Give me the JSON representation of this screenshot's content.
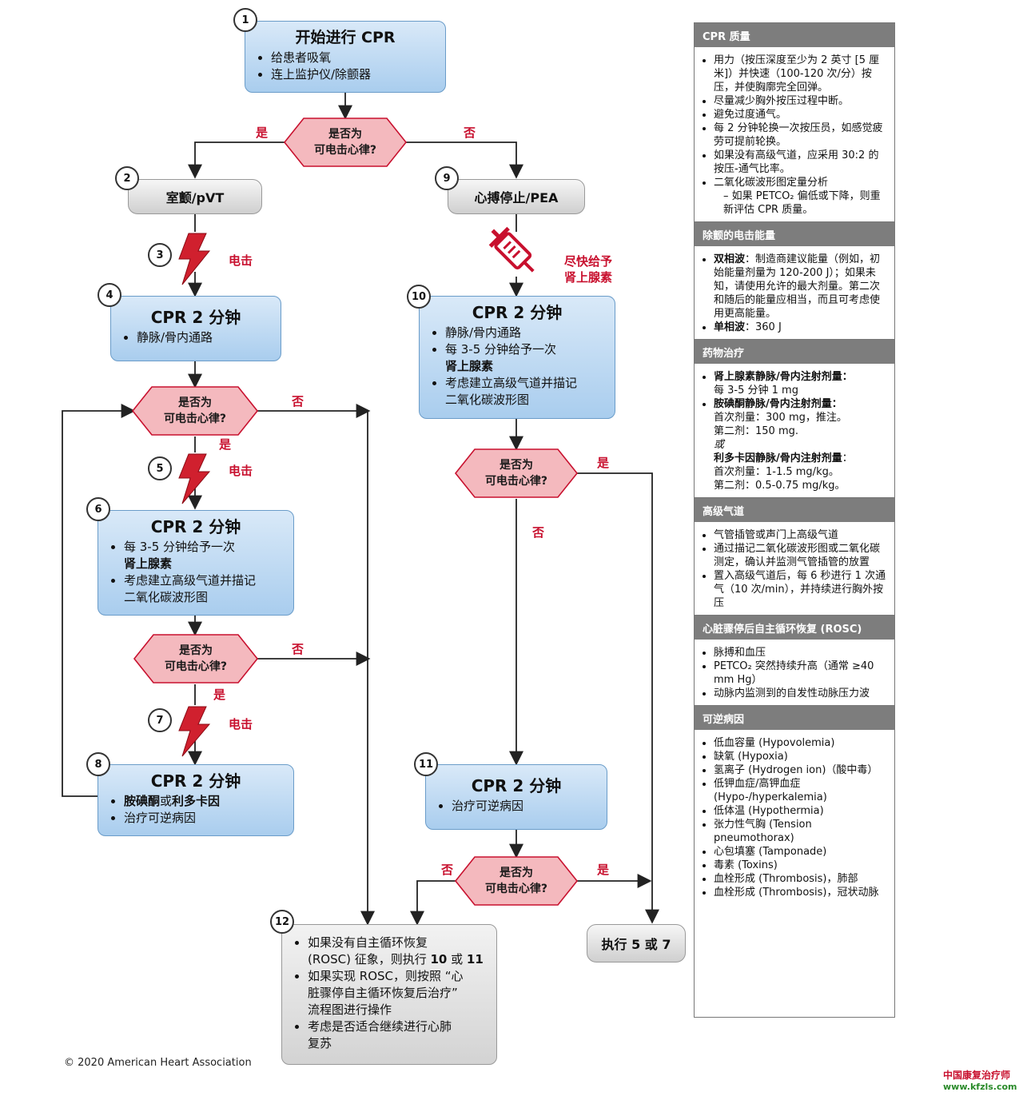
{
  "box1": {
    "title": "开始进行 CPR",
    "items": [
      "给患者吸氧",
      "连上监护仪/除颤器"
    ]
  },
  "decision_label": [
    "是否为",
    "可电击心律?"
  ],
  "yes": "是",
  "no": "否",
  "box2": "室颤/pVT",
  "box9": "心搏停止/PEA",
  "shock": "电击",
  "epi_label": [
    "尽快给予",
    "肾上腺素"
  ],
  "box4": {
    "title": "CPR 2 分钟",
    "items": [
      "静脉/骨内通路"
    ]
  },
  "box6": {
    "title": "CPR 2 分钟",
    "item1_a": "每 3-5 分钟给予一次",
    "item1_b": "肾上腺素",
    "item2_a": "考虑建立高级气道并描记",
    "item2_b": "二氧化碳波形图"
  },
  "box8": {
    "title": "CPR 2 分钟",
    "item1_a": "胺碘酮",
    "item1_mid": "或",
    "item1_b": "利多卡因",
    "item2": "治疗可逆病因"
  },
  "box10": {
    "title": "CPR 2 分钟",
    "item1": "静脉/骨内通路",
    "item2_a": "每 3-5 分钟给予一次",
    "item2_b": "肾上腺素",
    "item3_a": "考虑建立高级气道并描记",
    "item3_b": "二氧化碳波形图"
  },
  "box11": {
    "title": "CPR 2 分钟",
    "items": [
      "治疗可逆病因"
    ]
  },
  "box12": {
    "item1_a": "如果没有自主循环恢复",
    "item1_b": "(ROSC) 征象，则执行 ",
    "item1_c": "10",
    "item1_d": " 或 ",
    "item1_e": "11",
    "item2_a": "如果实现 ROSC，则按照 “心",
    "item2_b": "脏骤停自主循环恢复后治疗”",
    "item2_c": "流程图进行操作",
    "item3_a": "考虑是否适合继续进行心肺",
    "item3_b": "复苏"
  },
  "box_exec": "执行 5 或 7",
  "numbers": [
    "1",
    "2",
    "3",
    "4",
    "5",
    "6",
    "7",
    "8",
    "9",
    "10",
    "11",
    "12"
  ],
  "panel": {
    "cpr_quality": {
      "header": "CPR 质量",
      "items": [
        "用力（按压深度至少为 2 英寸 [5 厘米]）并快速（100-120 次/分）按压，并使胸廓完全回弹。",
        "尽量减少胸外按压过程中断。",
        "避免过度通气。",
        "每 2 分钟轮换一次按压员，如感觉疲劳可提前轮换。",
        "如果没有高级气道，应采用 30:2 的按压-通气比率。",
        "二氧化碳波形图定量分析"
      ],
      "sub": "– 如果 PETCO₂ 偏低或下降，则重新评估 CPR 质量。"
    },
    "shock_energy": {
      "header": "除颤的电击能量",
      "biphasic_b": "双相波",
      "biphasic_t": "：制造商建议能量（例如，初始能量剂量为 120-200 J）；如果未知，请使用允许的最大剂量。第二次和随后的能量应相当，而且可考虑使用更高能量。",
      "mono_b": "单相波",
      "mono_t": "：360 J"
    },
    "drugs": {
      "header": "药物治疗",
      "epi_b": "肾上腺素静脉/骨内注射剂量：",
      "epi_t": "每 3-5 分钟 1 mg",
      "amio_b": "胺碘酮静脉/骨内注射剂量：",
      "amio_t1": "首次剂量：300 mg，推注。",
      "amio_t2": "第二剂：150 mg.",
      "or": "或",
      "lido_b": "利多卡因静脉/骨内注射剂量",
      "lido_t1": "：",
      "lido_t2": "首次剂量：1-1.5 mg/kg。",
      "lido_t3": "第二剂：0.5-0.75 mg/kg。"
    },
    "airway": {
      "header": "高级气道",
      "items": [
        "气管插管或声门上高级气道",
        "通过描记二氧化碳波形图或二氧化碳测定，确认并监测气管插管的放置",
        "置入高级气道后，每 6 秒进行 1 次通气（10 次/min），并持续进行胸外按压"
      ]
    },
    "rosc": {
      "header": "心脏骤停后自主循环恢复 (ROSC)",
      "items": [
        "脉搏和血压",
        "PETCO₂ 突然持续升高（通常 ≥40 mm Hg）",
        "动脉内监测到的自发性动脉压力波"
      ]
    },
    "reversible": {
      "header": "可逆病因",
      "items": [
        "低血容量 (Hypovolemia)",
        "缺氧 (Hypoxia)",
        "氢离子 (Hydrogen ion)（酸中毒）",
        "低钾血症/高钾血症 (Hypo-/hyperkalemia)",
        "低体温 (Hypothermia)",
        "张力性气胸 (Tension pneumothorax)",
        "心包填塞 (Tamponade)",
        "毒素 (Toxins)",
        "血栓形成 (Thrombosis)，肺部",
        "血栓形成 (Thrombosis)，冠状动脉"
      ]
    }
  },
  "copyright": "© 2020 American Heart Association",
  "watermark": {
    "line1": "中国康复治疗师",
    "line2": "www.kfzls.com"
  },
  "colors": {
    "blue_box": "#a9cdee",
    "decision": "#f4b9be",
    "red": "#c8102e",
    "gray_header": "#7d7d7d"
  }
}
